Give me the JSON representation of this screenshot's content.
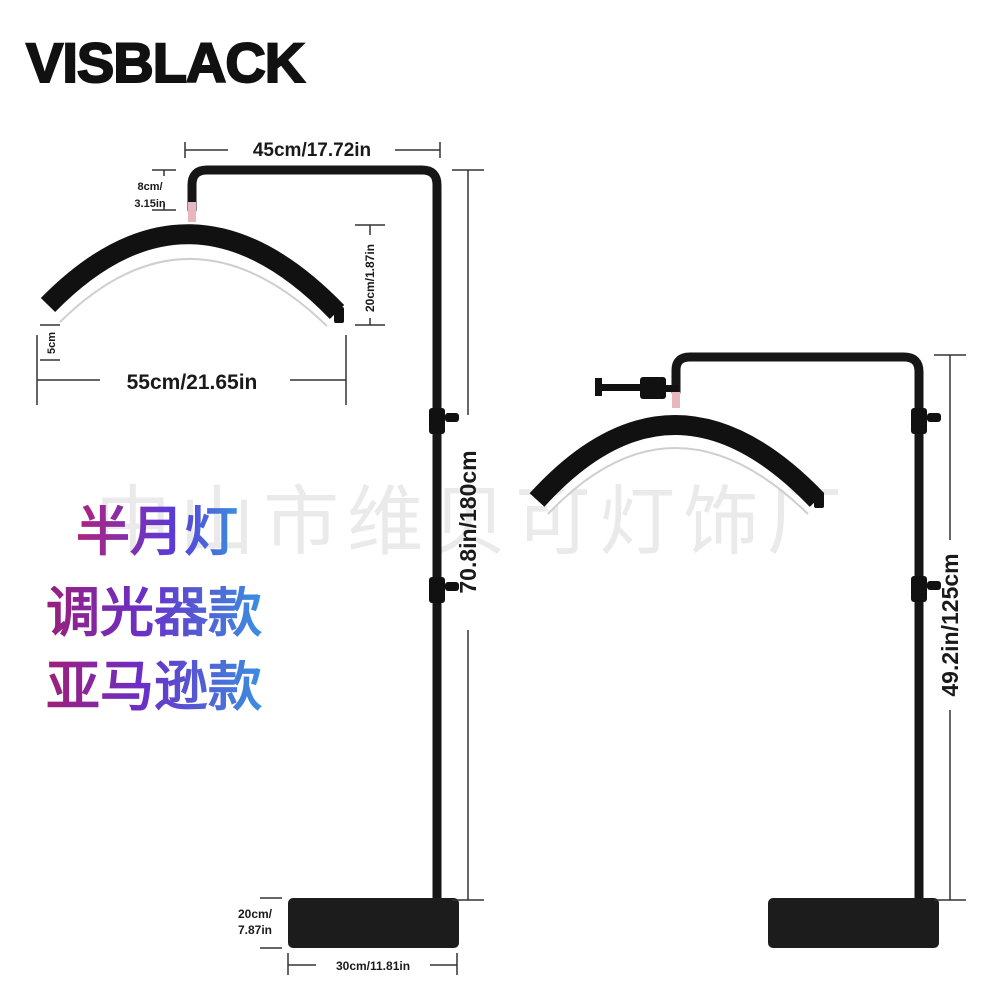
{
  "brand": "VISBLACK",
  "product_title": [
    "半月灯",
    "调光器款",
    "亚马逊款"
  ],
  "watermark": "中山市维贝可灯饰厂",
  "dimensions": {
    "arm_width": "45cm/17.72in",
    "neck_height_cm": "8cm/",
    "neck_height_in": "3.15in",
    "lamp_height": "20cm/1.87in",
    "lamp_thickness": "5cm",
    "lamp_width": "55cm/21.65in",
    "stand_max_height": "70.8in/180cm",
    "stand_min_height": "49.2in/125cm",
    "base_depth_cm": "20cm/",
    "base_depth_in": "7.87in",
    "base_width": "30cm/11.81in"
  }
}
